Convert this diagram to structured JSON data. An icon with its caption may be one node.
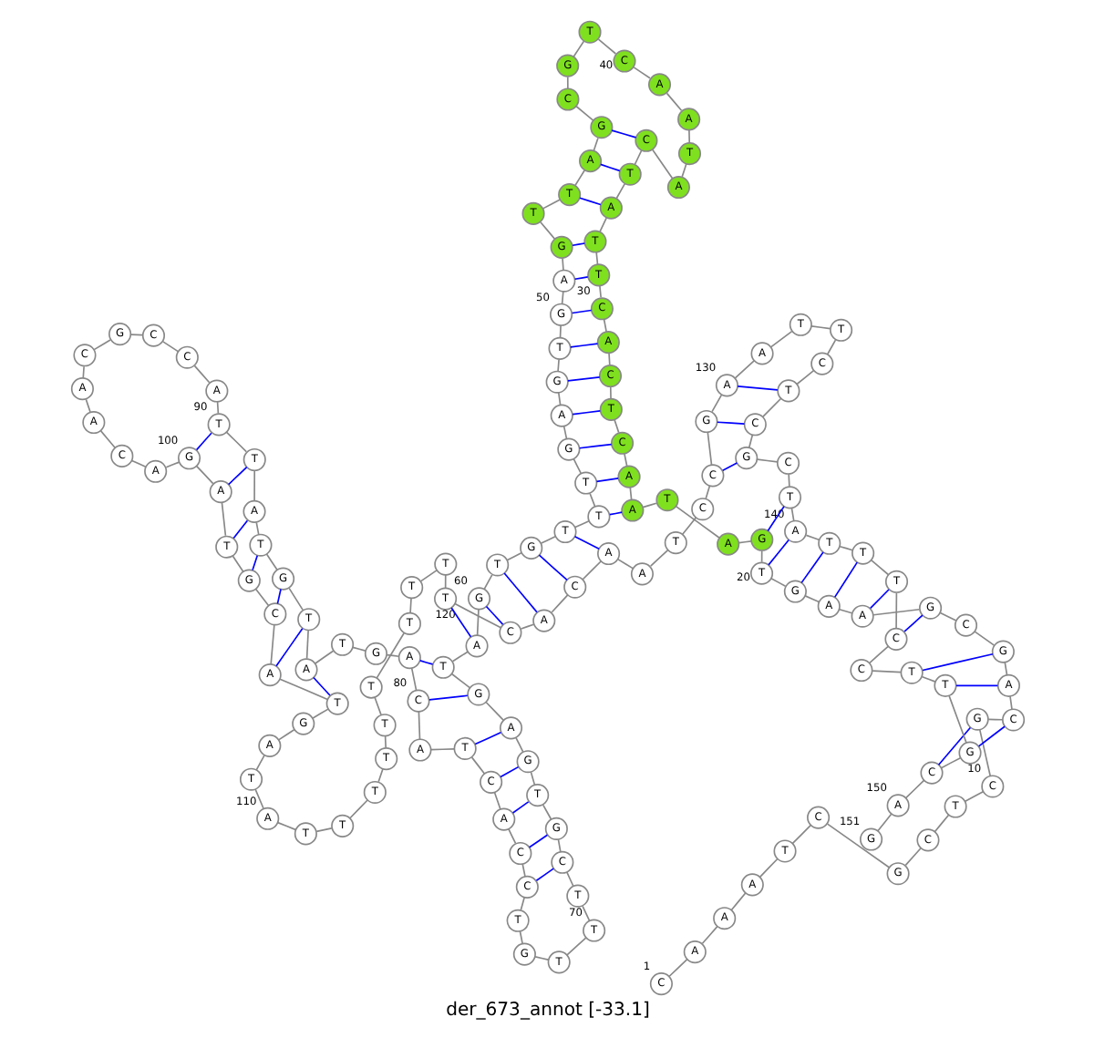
{
  "diagram": {
    "title": "der_673_annot [-33.1]",
    "nodes": [
      {
        "text": [
          "C"
        ],
        "beside": [
          "1"
        ]
      },
      {
        "text": [
          "A"
        ]
      },
      {
        "text": [
          "A"
        ]
      },
      {
        "text": [
          "A"
        ]
      },
      {
        "text": [
          "T"
        ]
      },
      {
        "text": [
          "C"
        ]
      },
      {
        "text": [
          "G"
        ]
      },
      {
        "text": [
          "C"
        ]
      },
      {
        "text": [
          "T"
        ]
      },
      {
        "text": [
          "C"
        ],
        "beside": [
          "10"
        ]
      },
      {
        "text": [
          "G"
        ]
      },
      {
        "text": [
          "C"
        ]
      },
      {
        "text": [
          "A"
        ]
      },
      {
        "text": [
          "G"
        ]
      },
      {
        "text": [
          "C"
        ]
      },
      {
        "text": [
          "G"
        ]
      },
      {
        "text": [
          "A"
        ]
      },
      {
        "text": [
          "A"
        ]
      },
      {
        "text": [
          "G"
        ]
      },
      {
        "text": [
          "T"
        ],
        "beside": [
          "20"
        ]
      },
      {
        "text": [
          "G"
        ]
      },
      {
        "text": [
          "A"
        ]
      },
      {
        "text": [
          "T"
        ]
      },
      {
        "text": [
          "A"
        ]
      },
      {
        "text": [
          "A"
        ]
      },
      {
        "text": [
          "C"
        ]
      },
      {
        "text": [
          "T"
        ]
      },
      {
        "text": [
          "C"
        ]
      },
      {
        "text": [
          "A"
        ]
      },
      {
        "text": [
          "C"
        ],
        "beside": [
          "30"
        ]
      },
      {
        "text": [
          "T"
        ]
      },
      {
        "text": [
          "T"
        ]
      },
      {
        "text": [
          "A"
        ]
      },
      {
        "text": [
          "T"
        ]
      },
      {
        "text": [
          "C"
        ]
      },
      {
        "text": [
          "A"
        ]
      },
      {
        "text": [
          "T"
        ]
      },
      {
        "text": [
          "A"
        ]
      },
      {
        "text": [
          "A"
        ]
      },
      {
        "text": [
          "C"
        ],
        "beside": [
          "40"
        ]
      },
      {
        "text": [
          "T"
        ]
      },
      {
        "text": [
          "G"
        ]
      },
      {
        "text": [
          "C"
        ]
      },
      {
        "text": [
          "G"
        ]
      },
      {
        "text": [
          "A"
        ]
      },
      {
        "text": [
          "T"
        ]
      },
      {
        "text": [
          "T"
        ]
      },
      {
        "text": [
          "G"
        ]
      },
      {
        "text": [
          "A"
        ]
      },
      {
        "text": [
          "G"
        ],
        "beside": [
          "50"
        ]
      },
      {
        "text": [
          "T"
        ]
      },
      {
        "text": [
          "G"
        ]
      },
      {
        "text": [
          "A"
        ]
      },
      {
        "text": [
          "G"
        ]
      },
      {
        "text": [
          "T"
        ]
      },
      {
        "text": [
          "T"
        ]
      },
      {
        "text": [
          "T"
        ]
      },
      {
        "text": [
          "G"
        ]
      },
      {
        "text": [
          "T"
        ]
      },
      {
        "text": [
          "G"
        ],
        "beside": [
          "60"
        ]
      },
      {
        "text": [
          "A"
        ]
      },
      {
        "text": [
          "T"
        ]
      },
      {
        "text": [
          "G"
        ]
      },
      {
        "text": [
          "A"
        ]
      },
      {
        "text": [
          "G"
        ]
      },
      {
        "text": [
          "T"
        ]
      },
      {
        "text": [
          "G"
        ]
      },
      {
        "text": [
          "C"
        ]
      },
      {
        "text": [
          "T"
        ]
      },
      {
        "text": [
          "T"
        ],
        "beside": [
          "70"
        ]
      },
      {
        "text": [
          "T"
        ]
      },
      {
        "text": [
          "G"
        ]
      },
      {
        "text": [
          "T"
        ]
      },
      {
        "text": [
          "C"
        ]
      },
      {
        "text": [
          "C"
        ]
      },
      {
        "text": [
          "A"
        ]
      },
      {
        "text": [
          "C"
        ]
      },
      {
        "text": [
          "T"
        ]
      },
      {
        "text": [
          "A"
        ]
      },
      {
        "text": [
          "C"
        ],
        "beside": [
          "80"
        ]
      },
      {
        "text": [
          "A"
        ]
      },
      {
        "text": [
          "G"
        ]
      },
      {
        "text": [
          "T"
        ]
      },
      {
        "text": [
          "A"
        ]
      },
      {
        "text": [
          "T"
        ]
      },
      {
        "text": [
          "G"
        ]
      },
      {
        "text": [
          "T"
        ]
      },
      {
        "text": [
          "A"
        ]
      },
      {
        "text": [
          "T"
        ]
      },
      {
        "text": [
          "T"
        ],
        "beside": [
          "90"
        ]
      },
      {
        "text": [
          "A"
        ]
      },
      {
        "text": [
          "C"
        ]
      },
      {
        "text": [
          "C"
        ]
      },
      {
        "text": [
          "G"
        ]
      },
      {
        "text": [
          "C"
        ]
      },
      {
        "text": [
          "A"
        ]
      },
      {
        "text": [
          "A"
        ]
      },
      {
        "text": [
          "C"
        ]
      },
      {
        "text": [
          "A"
        ]
      },
      {
        "text": [
          "G"
        ],
        "beside": [
          "100"
        ]
      },
      {
        "text": [
          "A"
        ]
      },
      {
        "text": [
          "T"
        ]
      },
      {
        "text": [
          "G"
        ]
      },
      {
        "text": [
          "C"
        ]
      },
      {
        "text": [
          "A"
        ]
      },
      {
        "text": [
          "T"
        ]
      },
      {
        "text": [
          "G"
        ]
      },
      {
        "text": [
          "A"
        ]
      },
      {
        "text": [
          "T"
        ]
      },
      {
        "text": [
          "A"
        ],
        "beside": [
          "110"
        ]
      },
      {
        "text": [
          "T"
        ]
      },
      {
        "text": [
          "T"
        ]
      },
      {
        "text": [
          "T"
        ]
      },
      {
        "text": [
          "T"
        ]
      },
      {
        "text": [
          "T"
        ]
      },
      {
        "text": [
          "T"
        ]
      },
      {
        "text": [
          "T"
        ]
      },
      {
        "text": [
          "T"
        ]
      },
      {
        "text": [
          "T"
        ]
      },
      {
        "text": [
          "T"
        ],
        "beside": [
          "120"
        ]
      },
      {
        "text": [
          "C"
        ]
      },
      {
        "text": [
          "A"
        ]
      },
      {
        "text": [
          "C"
        ]
      },
      {
        "text": [
          "A"
        ]
      },
      {
        "text": [
          "A"
        ]
      },
      {
        "text": [
          "T"
        ]
      },
      {
        "text": [
          "C"
        ]
      },
      {
        "text": [
          "C"
        ]
      },
      {
        "text": [
          "G"
        ]
      },
      {
        "text": [
          "A"
        ],
        "beside": [
          "130"
        ]
      },
      {
        "text": [
          "A"
        ]
      },
      {
        "text": [
          "T"
        ]
      },
      {
        "text": [
          "T"
        ]
      },
      {
        "text": [
          "C"
        ]
      },
      {
        "text": [
          "T"
        ]
      },
      {
        "text": [
          "C"
        ]
      },
      {
        "text": [
          "G"
        ]
      },
      {
        "text": [
          "C"
        ]
      },
      {
        "text": [
          "T"
        ]
      },
      {
        "text": [
          "A"
        ],
        "beside": [
          "140"
        ]
      },
      {
        "text": [
          "T"
        ]
      },
      {
        "text": [
          "T"
        ]
      },
      {
        "text": [
          "T"
        ]
      },
      {
        "text": [
          "C"
        ]
      },
      {
        "text": [
          "C"
        ]
      },
      {
        "text": [
          "T"
        ]
      },
      {
        "text": [
          "T"
        ]
      },
      {
        "text": [
          "G"
        ]
      },
      {
        "text": [
          "C"
        ]
      },
      {
        "text": [
          "A"
        ],
        "beside": [
          "150"
        ]
      },
      {
        "text": [
          "G"
        ],
        "beside": [
          "151"
        ]
      }
    ],
    "edges": [
      {
        "from": 0,
        "to": 1,
        "arrow": "none"
      },
      {
        "from": 1,
        "to": 2,
        "arrow": "none"
      },
      {
        "from": 2,
        "to": 3,
        "arrow": "none"
      },
      {
        "from": 3,
        "to": 4,
        "arrow": "none"
      },
      {
        "from": 4,
        "to": 5,
        "arrow": "none"
      },
      {
        "from": 5,
        "to": 6,
        "arrow": "none"
      },
      {
        "from": 6,
        "to": 7,
        "arrow": "none"
      },
      {
        "from": 7,
        "to": 8,
        "arrow": "none"
      },
      {
        "from": 8,
        "to": 9,
        "arrow": "none"
      },
      {
        "from": 9,
        "to": 10,
        "arrow": "none"
      },
      {
        "from": 10,
        "to": 11,
        "arrow": "none"
      },
      {
        "from": 11,
        "to": 12,
        "arrow": "none"
      },
      {
        "from": 12,
        "to": 13,
        "arrow": "none"
      },
      {
        "from": 13,
        "to": 14,
        "arrow": "none"
      },
      {
        "from": 14,
        "to": 15,
        "arrow": "none"
      },
      {
        "from": 15,
        "to": 16,
        "arrow": "none"
      },
      {
        "from": 16,
        "to": 17,
        "arrow": "none"
      },
      {
        "from": 17,
        "to": 18,
        "arrow": "none"
      },
      {
        "from": 18,
        "to": 19,
        "arrow": "none"
      },
      {
        "from": 19,
        "to": 20,
        "arrow": "none"
      },
      {
        "from": 20,
        "to": 21,
        "arrow": "none"
      },
      {
        "from": 21,
        "to": 22,
        "arrow": "none"
      },
      {
        "from": 22,
        "to": 23,
        "arrow": "none"
      },
      {
        "from": 23,
        "to": 24,
        "arrow": "none"
      },
      {
        "from": 24,
        "to": 25,
        "arrow": "none"
      },
      {
        "from": 25,
        "to": 26,
        "arrow": "none"
      },
      {
        "from": 26,
        "to": 27,
        "arrow": "none"
      },
      {
        "from": 27,
        "to": 28,
        "arrow": "none"
      },
      {
        "from": 28,
        "to": 29,
        "arrow": "none"
      },
      {
        "from": 29,
        "to": 30,
        "arrow": "none"
      },
      {
        "from": 30,
        "to": 31,
        "arrow": "none"
      },
      {
        "from": 31,
        "to": 32,
        "arrow": "none"
      },
      {
        "from": 32,
        "to": 33,
        "arrow": "none"
      },
      {
        "from": 33,
        "to": 34,
        "arrow": "none"
      },
      {
        "from": 34,
        "to": 35,
        "arrow": "none"
      },
      {
        "from": 35,
        "to": 36,
        "arrow": "none"
      },
      {
        "from": 36,
        "to": 37,
        "arrow": "none"
      },
      {
        "from": 37,
        "to": 38,
        "arrow": "none"
      },
      {
        "from": 38,
        "to": 39,
        "arrow": "none"
      },
      {
        "from": 39,
        "to": 40,
        "arrow": "none"
      },
      {
        "from": 40,
        "to": 41,
        "arrow": "none"
      },
      {
        "from": 41,
        "to": 42,
        "arrow": "none"
      },
      {
        "from": 42,
        "to": 43,
        "arrow": "none"
      },
      {
        "from": 43,
        "to": 44,
        "arrow": "none"
      },
      {
        "from": 44,
        "to": 45,
        "arrow": "none"
      },
      {
        "from": 45,
        "to": 46,
        "arrow": "none"
      },
      {
        "from": 46,
        "to": 47,
        "arrow": "none"
      },
      {
        "from": 47,
        "to": 48,
        "arrow": "none"
      },
      {
        "from": 48,
        "to": 49,
        "arrow": "none"
      },
      {
        "from": 49,
        "to": 50,
        "arrow": "none"
      },
      {
        "from": 50,
        "to": 51,
        "arrow": "none"
      },
      {
        "from": 51,
        "to": 52,
        "arrow": "none"
      },
      {
        "from": 52,
        "to": 53,
        "arrow": "none"
      },
      {
        "from": 53,
        "to": 54,
        "arrow": "none"
      },
      {
        "from": 54,
        "to": 55,
        "arrow": "none"
      },
      {
        "from": 55,
        "to": 56,
        "arrow": "none"
      },
      {
        "from": 56,
        "to": 57,
        "arrow": "none"
      },
      {
        "from": 57,
        "to": 58,
        "arrow": "none"
      },
      {
        "from": 58,
        "to": 59,
        "arrow": "none"
      },
      {
        "from": 59,
        "to": 60,
        "arrow": "none"
      },
      {
        "from": 60,
        "to": 61,
        "arrow": "none"
      },
      {
        "from": 61,
        "to": 62,
        "arrow": "none"
      },
      {
        "from": 62,
        "to": 63,
        "arrow": "none"
      },
      {
        "from": 63,
        "to": 64,
        "arrow": "none"
      },
      {
        "from": 64,
        "to": 65,
        "arrow": "none"
      },
      {
        "from": 65,
        "to": 66,
        "arrow": "none"
      },
      {
        "from": 66,
        "to": 67,
        "arrow": "none"
      },
      {
        "from": 67,
        "to": 68,
        "arrow": "none"
      },
      {
        "from": 68,
        "to": 69,
        "arrow": "none"
      },
      {
        "from": 69,
        "to": 70,
        "arrow": "none"
      },
      {
        "from": 70,
        "to": 71,
        "arrow": "none"
      },
      {
        "from": 71,
        "to": 72,
        "arrow": "none"
      },
      {
        "from": 72,
        "to": 73,
        "arrow": "none"
      },
      {
        "from": 73,
        "to": 74,
        "arrow": "none"
      },
      {
        "from": 74,
        "to": 75,
        "arrow": "none"
      },
      {
        "from": 75,
        "to": 76,
        "arrow": "none"
      },
      {
        "from": 76,
        "to": 77,
        "arrow": "none"
      },
      {
        "from": 77,
        "to": 78,
        "arrow": "none"
      },
      {
        "from": 78,
        "to": 79,
        "arrow": "none"
      },
      {
        "from": 79,
        "to": 80,
        "arrow": "none"
      },
      {
        "from": 80,
        "to": 81,
        "arrow": "none"
      },
      {
        "from": 81,
        "to": 82,
        "arrow": "none"
      },
      {
        "from": 82,
        "to": 83,
        "arrow": "none"
      },
      {
        "from": 83,
        "to": 84,
        "arrow": "none"
      },
      {
        "from": 84,
        "to": 85,
        "arrow": "none"
      },
      {
        "from": 85,
        "to": 86,
        "arrow": "none"
      },
      {
        "from": 86,
        "to": 87,
        "arrow": "none"
      },
      {
        "from": 87,
        "to": 88,
        "arrow": "none"
      },
      {
        "from": 88,
        "to": 89,
        "arrow": "none"
      },
      {
        "from": 89,
        "to": 90,
        "arrow": "none"
      },
      {
        "from": 90,
        "to": 91,
        "arrow": "none"
      },
      {
        "from": 91,
        "to": 92,
        "arrow": "none"
      },
      {
        "from": 92,
        "to": 93,
        "arrow": "none"
      },
      {
        "from": 93,
        "to": 94,
        "arrow": "none"
      },
      {
        "from": 94,
        "to": 95,
        "arrow": "none"
      },
      {
        "from": 95,
        "to": 96,
        "arrow": "none"
      },
      {
        "from": 96,
        "to": 97,
        "arrow": "none"
      },
      {
        "from": 97,
        "to": 98,
        "arrow": "none"
      },
      {
        "from": 98,
        "to": 99,
        "arrow": "none"
      },
      {
        "from": 99,
        "to": 100,
        "arrow": "none"
      },
      {
        "from": 100,
        "to": 101,
        "arrow": "none"
      },
      {
        "from": 101,
        "to": 102,
        "arrow": "none"
      },
      {
        "from": 102,
        "to": 103,
        "arrow": "none"
      },
      {
        "from": 103,
        "to": 104,
        "arrow": "none"
      },
      {
        "from": 104,
        "to": 105,
        "arrow": "none"
      },
      {
        "from": 105,
        "to": 106,
        "arrow": "none"
      },
      {
        "from": 106,
        "to": 107,
        "arrow": "none"
      },
      {
        "from": 107,
        "to": 108,
        "arrow": "none"
      },
      {
        "from": 108,
        "to": 109,
        "arrow": "none"
      },
      {
        "from": 109,
        "to": 110,
        "arrow": "none"
      },
      {
        "from": 110,
        "to": 111,
        "arrow": "none"
      },
      {
        "from": 111,
        "to": 112,
        "arrow": "none"
      },
      {
        "from": 112,
        "to": 113,
        "arrow": "none"
      },
      {
        "from": 113,
        "to": 114,
        "arrow": "none"
      },
      {
        "from": 114,
        "to": 115,
        "arrow": "none"
      },
      {
        "from": 115,
        "to": 116,
        "arrow": "none"
      },
      {
        "from": 116,
        "to": 117,
        "arrow": "none"
      },
      {
        "from": 117,
        "to": 118,
        "arrow": "none"
      },
      {
        "from": 118,
        "to": 119,
        "arrow": "none"
      },
      {
        "from": 119,
        "to": 120,
        "arrow": "none"
      },
      {
        "from": 120,
        "to": 121,
        "arrow": "none"
      },
      {
        "from": 121,
        "to": 122,
        "arrow": "none"
      },
      {
        "from": 122,
        "to": 123,
        "arrow": "none"
      },
      {
        "from": 123,
        "to": 124,
        "arrow": "none"
      },
      {
        "from": 124,
        "to": 125,
        "arrow": "none"
      },
      {
        "from": 125,
        "to": 126,
        "arrow": "none"
      },
      {
        "from": 126,
        "to": 127,
        "arrow": "none"
      },
      {
        "from": 127,
        "to": 128,
        "arrow": "none"
      },
      {
        "from": 128,
        "to": 129,
        "arrow": "none"
      },
      {
        "from": 129,
        "to": 130,
        "arrow": "none"
      },
      {
        "from": 130,
        "to": 131,
        "arrow": "none"
      },
      {
        "from": 131,
        "to": 132,
        "arrow": "none"
      },
      {
        "from": 132,
        "to": 133,
        "arrow": "none"
      },
      {
        "from": 133,
        "to": 134,
        "arrow": "none"
      },
      {
        "from": 134,
        "to": 135,
        "arrow": "none"
      },
      {
        "from": 135,
        "to": 136,
        "arrow": "none"
      },
      {
        "from": 136,
        "to": 137,
        "arrow": "none"
      },
      {
        "from": 137,
        "to": 138,
        "arrow": "none"
      },
      {
        "from": 138,
        "to": 139,
        "arrow": "none"
      },
      {
        "from": 139,
        "to": 140,
        "arrow": "none"
      },
      {
        "from": 140,
        "to": 141,
        "arrow": "none"
      },
      {
        "from": 141,
        "to": 142,
        "arrow": "none"
      },
      {
        "from": 142,
        "to": 143,
        "arrow": "none"
      },
      {
        "from": 143,
        "to": 144,
        "arrow": "none"
      },
      {
        "from": 144,
        "to": 145,
        "arrow": "none"
      },
      {
        "from": 145,
        "to": 146,
        "arrow": "none"
      },
      {
        "from": 146,
        "to": 147,
        "arrow": "none"
      },
      {
        "from": 147,
        "to": 148,
        "arrow": "none"
      },
      {
        "from": 148,
        "to": 149,
        "arrow": "none"
      },
      {
        "from": 149,
        "to": 150,
        "arrow": "none"
      },
      {
        "from": 10,
        "to": 148,
        "arrow": "none",
        "color": "#0000ff"
      },
      {
        "from": 11,
        "to": 147,
        "arrow": "none",
        "color": "#0000ff"
      },
      {
        "from": 12,
        "to": 146,
        "arrow": "none",
        "color": "#0000ff"
      },
      {
        "from": 13,
        "to": 145,
        "arrow": "none",
        "color": "#0000ff"
      },
      {
        "from": 15,
        "to": 143,
        "arrow": "none",
        "color": "#0000ff"
      },
      {
        "from": 16,
        "to": 142,
        "arrow": "none",
        "color": "#0000ff"
      },
      {
        "from": 17,
        "to": 141,
        "arrow": "none",
        "color": "#0000ff"
      },
      {
        "from": 18,
        "to": 140,
        "arrow": "none",
        "color": "#0000ff"
      },
      {
        "from": 19,
        "to": 139,
        "arrow": "none",
        "color": "#0000ff"
      },
      {
        "from": 20,
        "to": 138,
        "arrow": "none",
        "color": "#0000ff"
      },
      {
        "from": 23,
        "to": 55,
        "arrow": "none",
        "color": "#0000ff"
      },
      {
        "from": 24,
        "to": 54,
        "arrow": "none",
        "color": "#0000ff"
      },
      {
        "from": 25,
        "to": 53,
        "arrow": "none",
        "color": "#0000ff"
      },
      {
        "from": 26,
        "to": 52,
        "arrow": "none",
        "color": "#0000ff"
      },
      {
        "from": 27,
        "to": 51,
        "arrow": "none",
        "color": "#0000ff"
      },
      {
        "from": 28,
        "to": 50,
        "arrow": "none",
        "color": "#0000ff"
      },
      {
        "from": 29,
        "to": 49,
        "arrow": "none",
        "color": "#0000ff"
      },
      {
        "from": 30,
        "to": 48,
        "arrow": "none",
        "color": "#0000ff"
      },
      {
        "from": 31,
        "to": 47,
        "arrow": "none",
        "color": "#0000ff"
      },
      {
        "from": 32,
        "to": 45,
        "arrow": "none",
        "color": "#0000ff"
      },
      {
        "from": 33,
        "to": 44,
        "arrow": "none",
        "color": "#0000ff"
      },
      {
        "from": 34,
        "to": 43,
        "arrow": "none",
        "color": "#0000ff"
      },
      {
        "from": 56,
        "to": 123,
        "arrow": "none",
        "color": "#0000ff"
      },
      {
        "from": 57,
        "to": 122,
        "arrow": "none",
        "color": "#0000ff"
      },
      {
        "from": 58,
        "to": 121,
        "arrow": "none",
        "color": "#0000ff"
      },
      {
        "from": 59,
        "to": 120,
        "arrow": "none",
        "color": "#0000ff"
      },
      {
        "from": 60,
        "to": 119,
        "arrow": "none",
        "color": "#0000ff"
      },
      {
        "from": 61,
        "to": 80,
        "arrow": "none",
        "color": "#0000ff"
      },
      {
        "from": 62,
        "to": 79,
        "arrow": "none",
        "color": "#0000ff"
      },
      {
        "from": 63,
        "to": 77,
        "arrow": "none",
        "color": "#0000ff"
      },
      {
        "from": 64,
        "to": 76,
        "arrow": "none",
        "color": "#0000ff"
      },
      {
        "from": 65,
        "to": 75,
        "arrow": "none",
        "color": "#0000ff"
      },
      {
        "from": 66,
        "to": 74,
        "arrow": "none",
        "color": "#0000ff"
      },
      {
        "from": 67,
        "to": 73,
        "arrow": "none",
        "color": "#0000ff"
      },
      {
        "from": 83,
        "to": 105,
        "arrow": "none",
        "color": "#0000ff"
      },
      {
        "from": 84,
        "to": 104,
        "arrow": "none",
        "color": "#0000ff"
      },
      {
        "from": 85,
        "to": 103,
        "arrow": "none",
        "color": "#0000ff"
      },
      {
        "from": 86,
        "to": 102,
        "arrow": "none",
        "color": "#0000ff"
      },
      {
        "from": 87,
        "to": 101,
        "arrow": "none",
        "color": "#0000ff"
      },
      {
        "from": 88,
        "to": 100,
        "arrow": "none",
        "color": "#0000ff"
      },
      {
        "from": 89,
        "to": 99,
        "arrow": "none",
        "color": "#0000ff"
      },
      {
        "from": 127,
        "to": 136,
        "arrow": "none",
        "color": "#0000ff"
      },
      {
        "from": 128,
        "to": 135,
        "arrow": "none",
        "color": "#0000ff"
      },
      {
        "from": 129,
        "to": 134,
        "arrow": "none",
        "color": "#0000ff"
      }
    ]
  }
}
